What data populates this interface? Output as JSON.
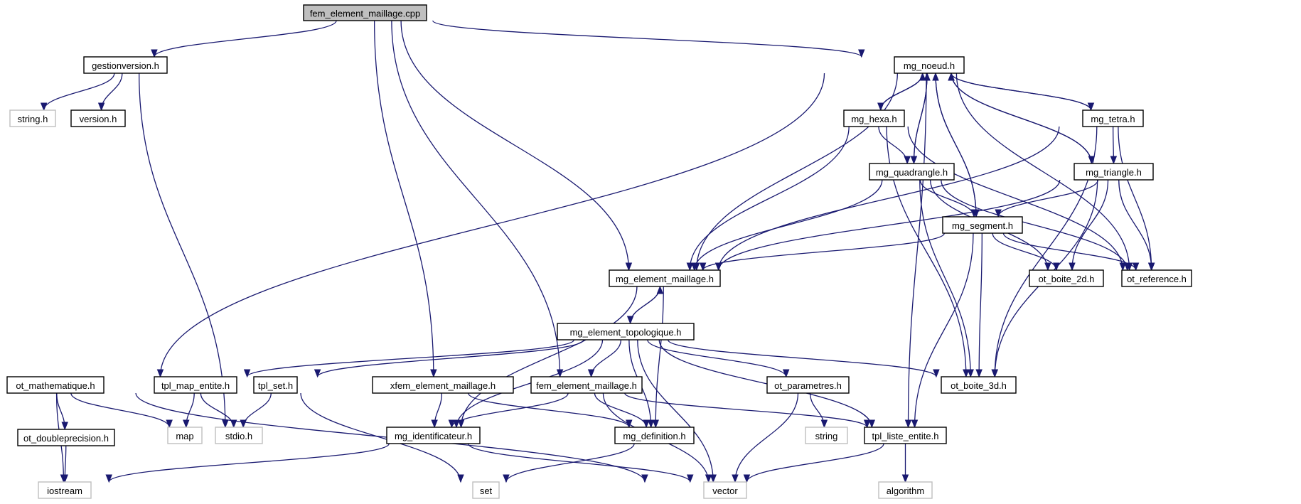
{
  "graph": {
    "colors": {
      "edge": "#191970",
      "root_fill": "#bfbfbf",
      "node_border": "#000000",
      "system_border": "#bfbfbf"
    },
    "nodes": [
      {
        "id": "root",
        "label": "fem_element_maillage.cpp",
        "kind": "root"
      },
      {
        "id": "gestionversion",
        "label": "gestionversion.h",
        "kind": "local"
      },
      {
        "id": "string_h",
        "label": "string.h",
        "kind": "system"
      },
      {
        "id": "version",
        "label": "version.h",
        "kind": "local"
      },
      {
        "id": "stdio",
        "label": "stdio.h",
        "kind": "system"
      },
      {
        "id": "mg_noeud",
        "label": "mg_noeud.h",
        "kind": "local"
      },
      {
        "id": "mg_hexa",
        "label": "mg_hexa.h",
        "kind": "local"
      },
      {
        "id": "mg_tetra",
        "label": "mg_tetra.h",
        "kind": "local"
      },
      {
        "id": "mg_quadrangle",
        "label": "mg_quadrangle.h",
        "kind": "local"
      },
      {
        "id": "mg_triangle",
        "label": "mg_triangle.h",
        "kind": "local"
      },
      {
        "id": "mg_segment",
        "label": "mg_segment.h",
        "kind": "local"
      },
      {
        "id": "mg_element_maillage",
        "label": "mg_element_maillage.h",
        "kind": "local"
      },
      {
        "id": "ot_boite_2d",
        "label": "ot_boite_2d.h",
        "kind": "local"
      },
      {
        "id": "ot_reference",
        "label": "ot_reference.h",
        "kind": "local"
      },
      {
        "id": "mg_element_topologique",
        "label": "mg_element_topologique.h",
        "kind": "local"
      },
      {
        "id": "ot_mathematique",
        "label": "ot_mathematique.h",
        "kind": "local"
      },
      {
        "id": "tpl_map_entite",
        "label": "tpl_map_entite.h",
        "kind": "local"
      },
      {
        "id": "tpl_set",
        "label": "tpl_set.h",
        "kind": "local"
      },
      {
        "id": "xfem_element_maillage",
        "label": "xfem_element_maillage.h",
        "kind": "local"
      },
      {
        "id": "fem_element_maillage",
        "label": "fem_element_maillage.h",
        "kind": "local"
      },
      {
        "id": "ot_parametres",
        "label": "ot_parametres.h",
        "kind": "local"
      },
      {
        "id": "ot_boite_3d",
        "label": "ot_boite_3d.h",
        "kind": "local"
      },
      {
        "id": "ot_doubleprecision",
        "label": "ot_doubleprecision.h",
        "kind": "local"
      },
      {
        "id": "map",
        "label": "map",
        "kind": "system"
      },
      {
        "id": "mg_identificateur",
        "label": "mg_identificateur.h",
        "kind": "local"
      },
      {
        "id": "mg_definition",
        "label": "mg_definition.h",
        "kind": "local"
      },
      {
        "id": "string",
        "label": "string",
        "kind": "system"
      },
      {
        "id": "tpl_liste_entite",
        "label": "tpl_liste_entite.h",
        "kind": "local"
      },
      {
        "id": "iostream",
        "label": "iostream",
        "kind": "system"
      },
      {
        "id": "set",
        "label": "set",
        "kind": "system"
      },
      {
        "id": "vector",
        "label": "vector",
        "kind": "system"
      },
      {
        "id": "algorithm",
        "label": "algorithm",
        "kind": "system"
      }
    ],
    "edges": [
      [
        "root",
        "gestionversion"
      ],
      [
        "root",
        "mg_noeud"
      ],
      [
        "root",
        "mg_element_maillage"
      ],
      [
        "root",
        "xfem_element_maillage"
      ],
      [
        "root",
        "fem_element_maillage"
      ],
      [
        "gestionversion",
        "string_h"
      ],
      [
        "gestionversion",
        "version"
      ],
      [
        "gestionversion",
        "stdio"
      ],
      [
        "mg_noeud",
        "mg_element_maillage"
      ],
      [
        "mg_noeud",
        "mg_hexa"
      ],
      [
        "mg_noeud",
        "mg_tetra"
      ],
      [
        "mg_noeud",
        "mg_quadrangle"
      ],
      [
        "mg_noeud",
        "mg_triangle"
      ],
      [
        "mg_noeud",
        "mg_segment"
      ],
      [
        "mg_noeud",
        "ot_reference"
      ],
      [
        "mg_noeud",
        "tpl_liste_entite"
      ],
      [
        "mg_noeud",
        "ot_mathematique"
      ],
      [
        "mg_hexa",
        "mg_noeud"
      ],
      [
        "mg_hexa",
        "mg_quadrangle"
      ],
      [
        "mg_hexa",
        "mg_element_maillage"
      ],
      [
        "mg_hexa",
        "ot_reference"
      ],
      [
        "mg_hexa",
        "ot_boite_3d"
      ],
      [
        "mg_tetra",
        "mg_noeud"
      ],
      [
        "mg_tetra",
        "mg_triangle"
      ],
      [
        "mg_tetra",
        "mg_element_maillage"
      ],
      [
        "mg_tetra",
        "ot_reference"
      ],
      [
        "mg_tetra",
        "ot_boite_3d"
      ],
      [
        "mg_quadrangle",
        "mg_noeud"
      ],
      [
        "mg_quadrangle",
        "mg_segment"
      ],
      [
        "mg_quadrangle",
        "mg_element_maillage"
      ],
      [
        "mg_quadrangle",
        "ot_boite_2d"
      ],
      [
        "mg_quadrangle",
        "ot_reference"
      ],
      [
        "mg_quadrangle",
        "ot_boite_3d"
      ],
      [
        "mg_triangle",
        "mg_noeud"
      ],
      [
        "mg_triangle",
        "mg_segment"
      ],
      [
        "mg_triangle",
        "mg_element_maillage"
      ],
      [
        "mg_triangle",
        "ot_boite_2d"
      ],
      [
        "mg_triangle",
        "ot_reference"
      ],
      [
        "mg_triangle",
        "ot_boite_3d"
      ],
      [
        "mg_segment",
        "mg_noeud"
      ],
      [
        "mg_segment",
        "mg_element_maillage"
      ],
      [
        "mg_segment",
        "ot_boite_2d"
      ],
      [
        "mg_segment",
        "ot_reference"
      ],
      [
        "mg_segment",
        "ot_boite_3d"
      ],
      [
        "mg_segment",
        "tpl_liste_entite"
      ],
      [
        "mg_element_maillage",
        "mg_element_topologique"
      ],
      [
        "mg_element_maillage",
        "mg_identificateur"
      ],
      [
        "mg_element_maillage",
        "mg_definition"
      ],
      [
        "mg_element_topologique",
        "mg_element_maillage"
      ],
      [
        "mg_element_topologique",
        "tpl_map_entite"
      ],
      [
        "mg_element_topologique",
        "tpl_set"
      ],
      [
        "mg_element_topologique",
        "fem_element_maillage"
      ],
      [
        "mg_element_topologique",
        "ot_parametres"
      ],
      [
        "mg_element_topologique",
        "ot_boite_3d"
      ],
      [
        "mg_element_topologique",
        "mg_identificateur"
      ],
      [
        "mg_element_topologique",
        "mg_definition"
      ],
      [
        "mg_element_topologique",
        "tpl_liste_entite"
      ],
      [
        "mg_element_topologique",
        "vector"
      ],
      [
        "ot_mathematique",
        "ot_doubleprecision"
      ],
      [
        "ot_mathematique",
        "iostream"
      ],
      [
        "ot_mathematique",
        "map"
      ],
      [
        "ot_mathematique",
        "vector"
      ],
      [
        "tpl_map_entite",
        "map"
      ],
      [
        "tpl_map_entite",
        "stdio"
      ],
      [
        "tpl_set",
        "stdio"
      ],
      [
        "tpl_set",
        "set"
      ],
      [
        "xfem_element_maillage",
        "mg_identificateur"
      ],
      [
        "xfem_element_maillage",
        "mg_definition"
      ],
      [
        "fem_element_maillage",
        "mg_identificateur"
      ],
      [
        "fem_element_maillage",
        "mg_definition"
      ],
      [
        "fem_element_maillage",
        "tpl_liste_entite"
      ],
      [
        "fem_element_maillage",
        "vector"
      ],
      [
        "ot_parametres",
        "string"
      ],
      [
        "ot_parametres",
        "vector"
      ],
      [
        "ot_doubleprecision",
        "iostream"
      ],
      [
        "mg_identificateur",
        "iostream"
      ],
      [
        "mg_identificateur",
        "vector"
      ],
      [
        "mg_definition",
        "set"
      ],
      [
        "tpl_liste_entite",
        "vector"
      ],
      [
        "tpl_liste_entite",
        "algorithm"
      ]
    ]
  }
}
